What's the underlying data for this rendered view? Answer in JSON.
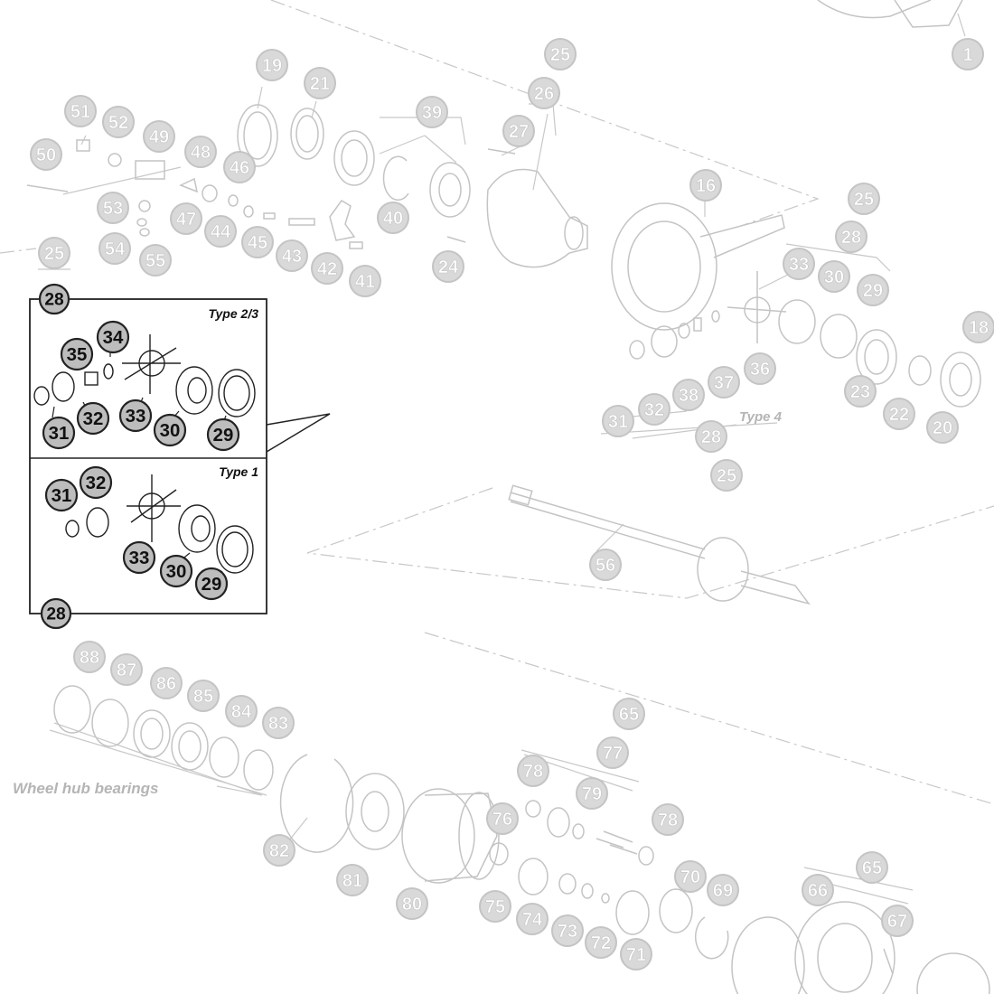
{
  "colors": {
    "faded_circle_fill": "#d9d9d9",
    "faded_circle_stroke": "#c4c4c4",
    "faded_text": "#ffffff",
    "faded_line": "#c8c8c8",
    "active_circle_fill": "#bdbdbd",
    "active_circle_stroke": "#222222",
    "active_text": "#111111",
    "inset_border": "#222222",
    "caption_faded": "#b5b5b5"
  },
  "inset": {
    "top_label": "28",
    "bottom_label": "28",
    "type_23": {
      "caption": "Type 2/3",
      "callouts": [
        "35",
        "34",
        "31",
        "32",
        "33",
        "30",
        "29"
      ]
    },
    "type_1": {
      "caption": "Type 1",
      "callouts": [
        "31",
        "32",
        "33",
        "30",
        "29"
      ]
    }
  },
  "captions": {
    "type_4": "Type 4",
    "wheel_hub_bearings": "Wheel hub bearings"
  },
  "callouts_faded": [
    {
      "id": "c1",
      "label": "1"
    },
    {
      "id": "c25a",
      "label": "25"
    },
    {
      "id": "c26",
      "label": "26"
    },
    {
      "id": "c19",
      "label": "19"
    },
    {
      "id": "c21",
      "label": "21"
    },
    {
      "id": "c39",
      "label": "39"
    },
    {
      "id": "c27",
      "label": "27"
    },
    {
      "id": "c51",
      "label": "51"
    },
    {
      "id": "c52",
      "label": "52"
    },
    {
      "id": "c49",
      "label": "49"
    },
    {
      "id": "c50",
      "label": "50"
    },
    {
      "id": "c48",
      "label": "48"
    },
    {
      "id": "c46",
      "label": "46"
    },
    {
      "id": "c47",
      "label": "47"
    },
    {
      "id": "c44",
      "label": "44"
    },
    {
      "id": "c45",
      "label": "45"
    },
    {
      "id": "c43",
      "label": "43"
    },
    {
      "id": "c42",
      "label": "42"
    },
    {
      "id": "c41",
      "label": "41"
    },
    {
      "id": "c40",
      "label": "40"
    },
    {
      "id": "c24",
      "label": "24"
    },
    {
      "id": "c53",
      "label": "53"
    },
    {
      "id": "c54",
      "label": "54"
    },
    {
      "id": "c55",
      "label": "55"
    },
    {
      "id": "c25b",
      "label": "25"
    },
    {
      "id": "c16",
      "label": "16"
    },
    {
      "id": "c25c",
      "label": "25"
    },
    {
      "id": "c28a",
      "label": "28"
    },
    {
      "id": "c33",
      "label": "33"
    },
    {
      "id": "c30",
      "label": "30"
    },
    {
      "id": "c29",
      "label": "29"
    },
    {
      "id": "c18",
      "label": "18"
    },
    {
      "id": "c36",
      "label": "36"
    },
    {
      "id": "c37",
      "label": "37"
    },
    {
      "id": "c38",
      "label": "38"
    },
    {
      "id": "c32",
      "label": "32"
    },
    {
      "id": "c31",
      "label": "31"
    },
    {
      "id": "c23",
      "label": "23"
    },
    {
      "id": "c22",
      "label": "22"
    },
    {
      "id": "c20",
      "label": "20"
    },
    {
      "id": "c28b",
      "label": "28"
    },
    {
      "id": "c25d",
      "label": "25"
    },
    {
      "id": "c56",
      "label": "56"
    },
    {
      "id": "c88",
      "label": "88"
    },
    {
      "id": "c87",
      "label": "87"
    },
    {
      "id": "c86",
      "label": "86"
    },
    {
      "id": "c85",
      "label": "85"
    },
    {
      "id": "c84",
      "label": "84"
    },
    {
      "id": "c83",
      "label": "83"
    },
    {
      "id": "c82",
      "label": "82"
    },
    {
      "id": "c81",
      "label": "81"
    },
    {
      "id": "c80",
      "label": "80"
    },
    {
      "id": "c65a",
      "label": "65"
    },
    {
      "id": "c77",
      "label": "77"
    },
    {
      "id": "c78a",
      "label": "78"
    },
    {
      "id": "c79",
      "label": "79"
    },
    {
      "id": "c78b",
      "label": "78"
    },
    {
      "id": "c76",
      "label": "76"
    },
    {
      "id": "c75",
      "label": "75"
    },
    {
      "id": "c74",
      "label": "74"
    },
    {
      "id": "c73",
      "label": "73"
    },
    {
      "id": "c72",
      "label": "72"
    },
    {
      "id": "c71",
      "label": "71"
    },
    {
      "id": "c70",
      "label": "70"
    },
    {
      "id": "c69",
      "label": "69"
    },
    {
      "id": "c65b",
      "label": "65"
    },
    {
      "id": "c66",
      "label": "66"
    },
    {
      "id": "c67",
      "label": "67"
    }
  ]
}
